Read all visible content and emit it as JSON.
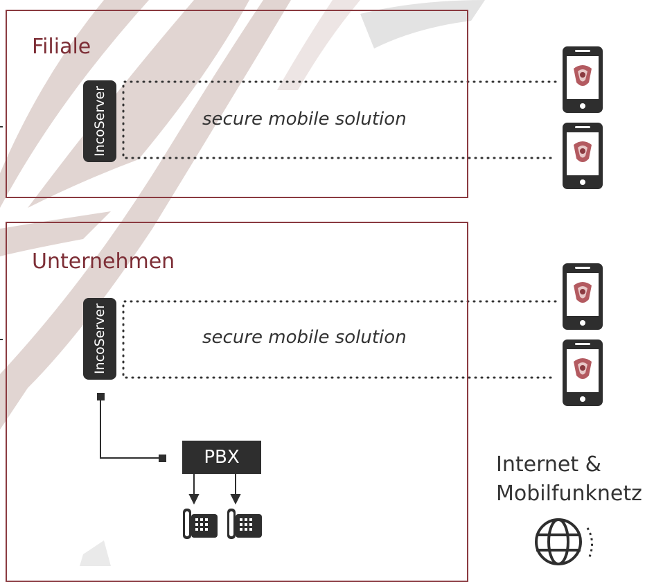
{
  "boxes": {
    "filiale": {
      "title": "Filiale",
      "server_label": "IncoServer",
      "connection_label": "secure mobile solution"
    },
    "unternehmen": {
      "title": "Unternehmen",
      "server_label": "IncoServer",
      "connection_label": "secure mobile solution"
    }
  },
  "pbx": {
    "label": "PBX"
  },
  "network": {
    "line1": "Internet &",
    "line2": "Mobilfunknetz"
  },
  "icons": {
    "phone": "smartphone-icon",
    "desk_phone": "desk-phone-icon",
    "globe": "globe-icon"
  },
  "colors": {
    "accent": "#8a3a40",
    "dark": "#2e2e2e",
    "swirl": "#c9b3ad"
  }
}
